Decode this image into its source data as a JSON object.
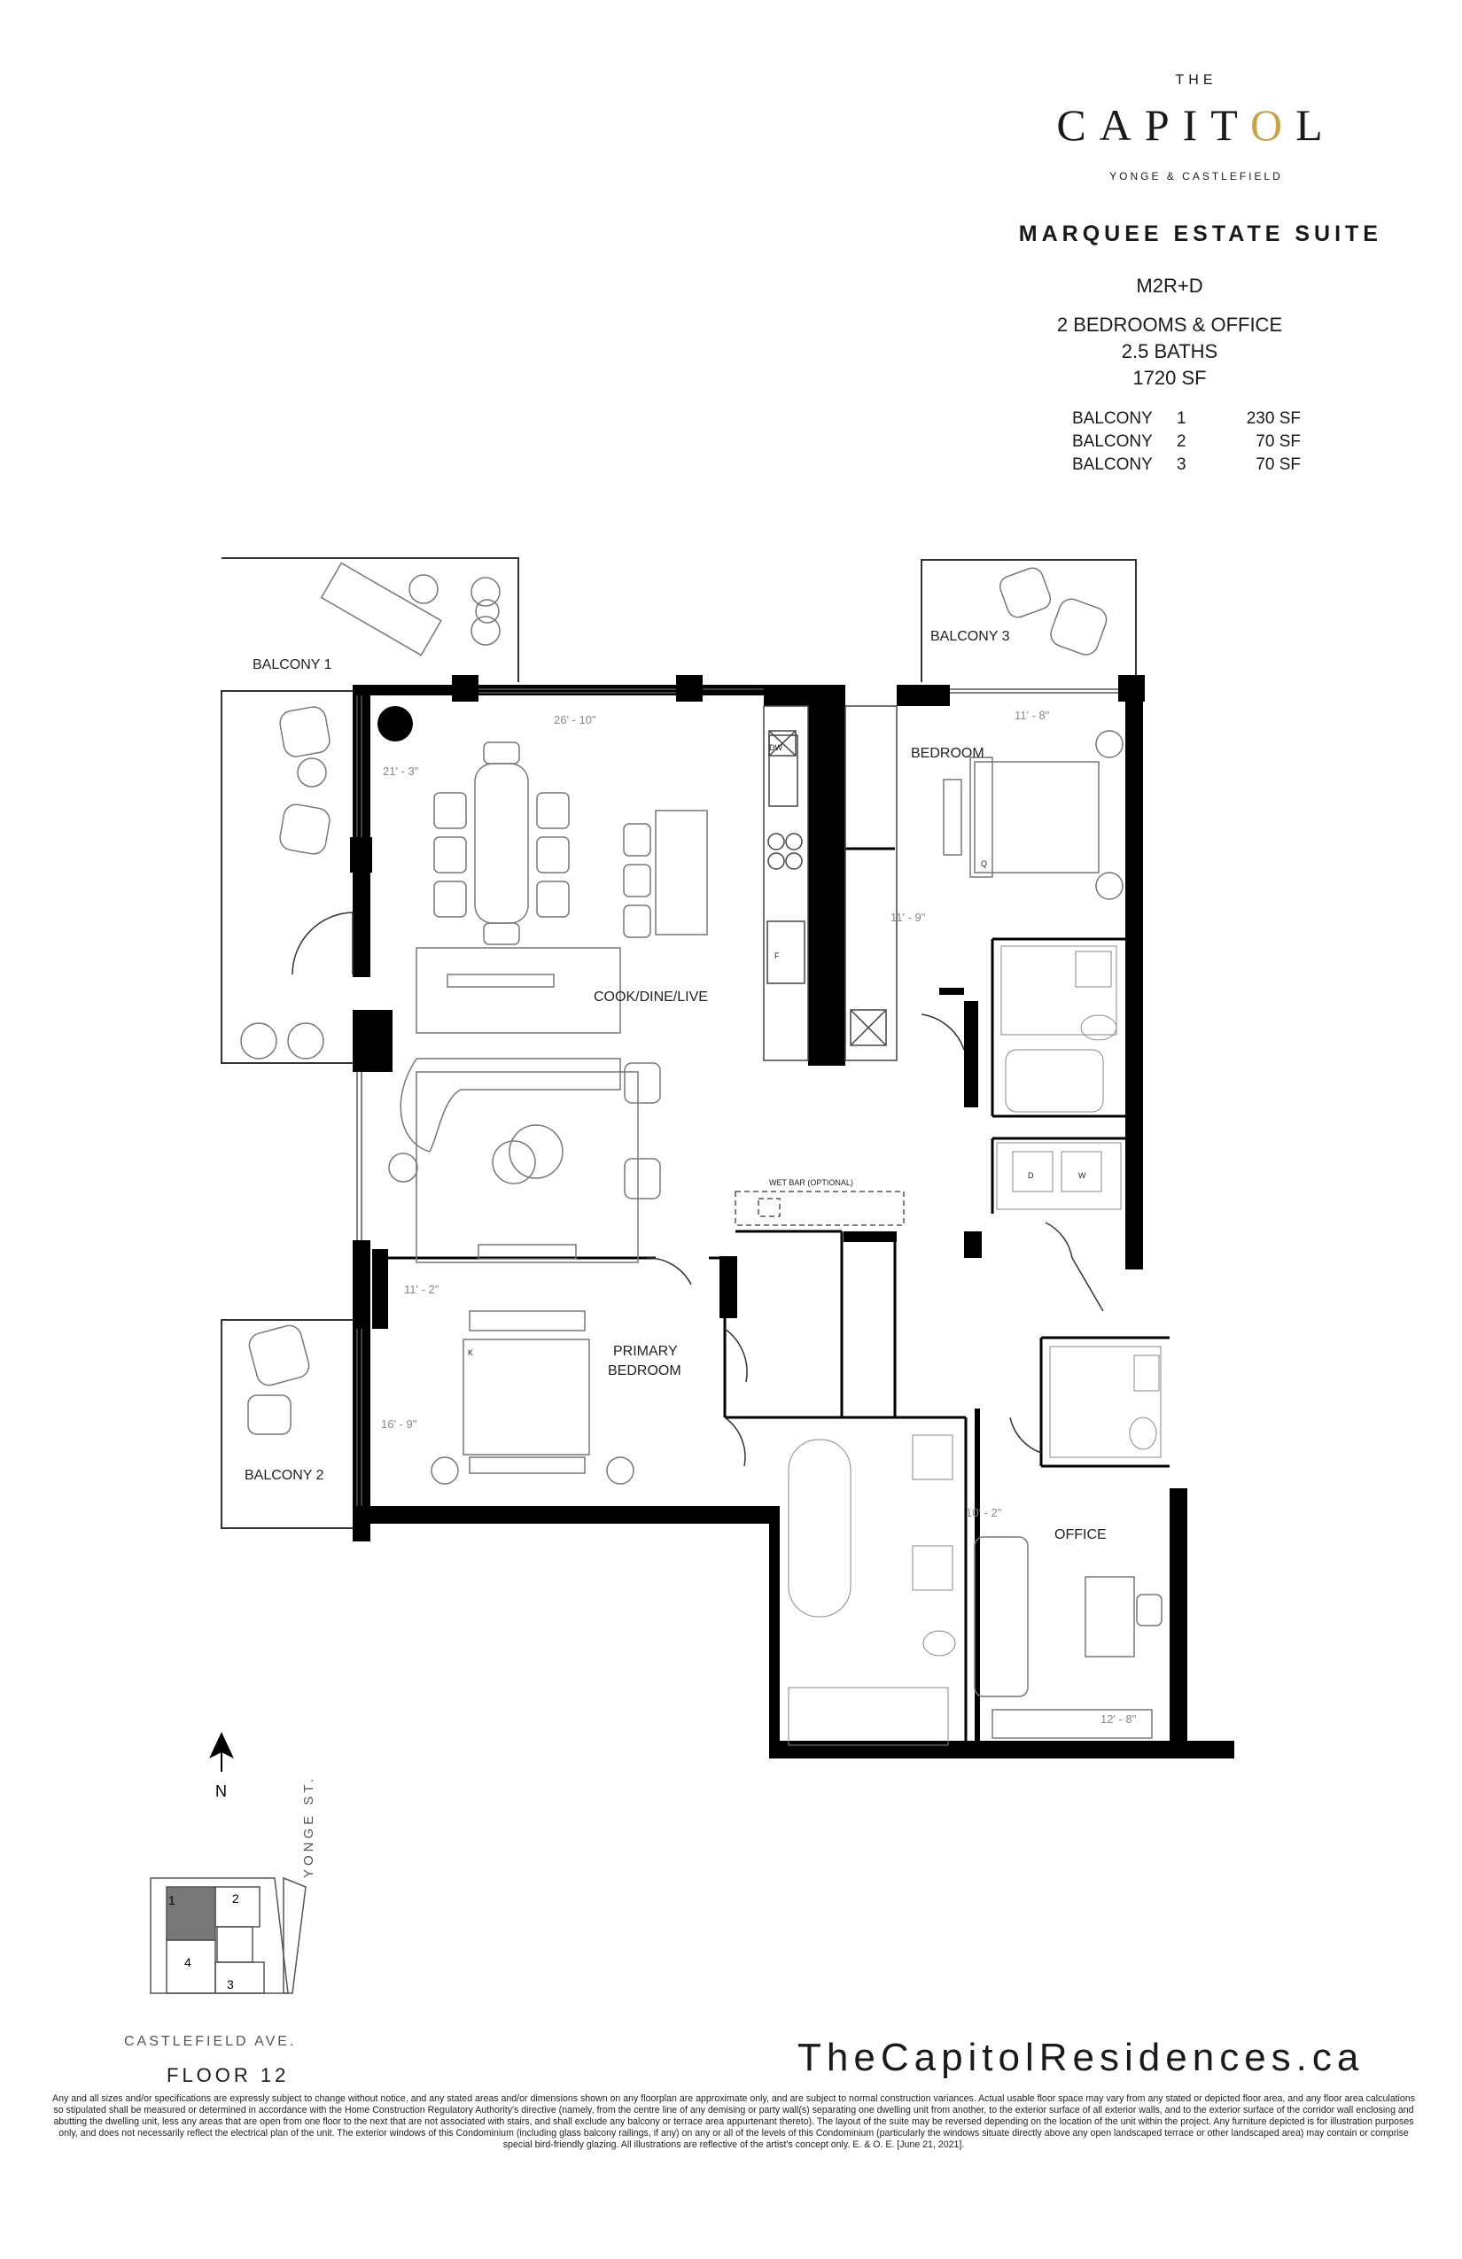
{
  "brand": {
    "the": "THE",
    "name_before": "CAPIT",
    "name_o": "O",
    "name_after": "L",
    "tagline": "YONGE & CASTLEFIELD",
    "accent_color": "#c9a24a"
  },
  "suite": {
    "title": "MARQUEE ESTATE SUITE",
    "code": "M2R+D",
    "bedrooms": "2 BEDROOMS & OFFICE",
    "baths": "2.5 BATHS",
    "area": "1720 SF",
    "balconies": [
      {
        "name": "BALCONY",
        "index": "1",
        "size": "230 SF"
      },
      {
        "name": "BALCONY",
        "index": "2",
        "size": "70 SF"
      },
      {
        "name": "BALCONY",
        "index": "3",
        "size": "70 SF"
      }
    ]
  },
  "plan": {
    "rooms": {
      "balcony1": "BALCONY 1",
      "balcony2": "BALCONY 2",
      "balcony3": "BALCONY 3",
      "bedroom": "BEDROOM",
      "cook_dine_live": "COOK/DINE/LIVE",
      "primary_bedroom_1": "PRIMARY",
      "primary_bedroom_2": "BEDROOM",
      "office": "OFFICE",
      "wet_bar": "WET BAR (OPTIONAL)"
    },
    "dimensions": {
      "living_width": "26' - 10\"",
      "living_depth": "21' - 3\"",
      "bedroom_width": "11' - 8\"",
      "bedroom_depth": "11' - 9\"",
      "primary_width": "11' - 2\"",
      "primary_depth": "16' - 9\"",
      "office_width": "10' - 2\"",
      "office_depth": "12' - 8\""
    },
    "appliances": {
      "dishwasher": "DW",
      "fridge": "F",
      "dryer": "D",
      "washer": "W",
      "bed_q": "Q",
      "bed_k": "K"
    },
    "north": "N"
  },
  "keyplan": {
    "units": [
      "1",
      "2",
      "3",
      "4"
    ],
    "highlight_color": "#777777"
  },
  "footer": {
    "street_side": "YONGE ST.",
    "street_bottom": "CASTLEFIELD AVE.",
    "floor": "FLOOR 12",
    "website": "TheCapitolResidences.ca",
    "disclaimer": "Any and all sizes and/or specifications are expressly subject to change without notice, and any stated areas and/or dimensions shown on any floorplan are approximate only, and are subject to normal construction variances. Actual usable floor space may vary from any stated or depicted floor area, and any floor area calculations so stipulated shall be measured or determined in accordance with the Home Construction Regulatory Authority's directive (namely, from the centre line of any demising or party wall(s) separating one dwelling unit from another, to the exterior surface of all exterior walls, and to the exterior surface of the corridor wall enclosing and abutting the dwelling unit, less any areas that are open from one floor to the next that are not associated with stairs, and shall exclude any balcony or terrace area appurtenant thereto). The layout of the suite may be reversed depending on the location of the unit within the project. Any furniture depicted is for illustration purposes only, and does not necessarily reflect the electrical plan of the unit. The exterior windows of this Condominium (including glass balcony railings, if any) on any or all of the levels of this Condominium (particularly the windows situate directly above any open landscaped terrace or other landscaped area) may contain or comprise special bird-friendly glazing. All illustrations are reflective of the artist's concept only. E. & O. E. [June 21, 2021]."
  }
}
